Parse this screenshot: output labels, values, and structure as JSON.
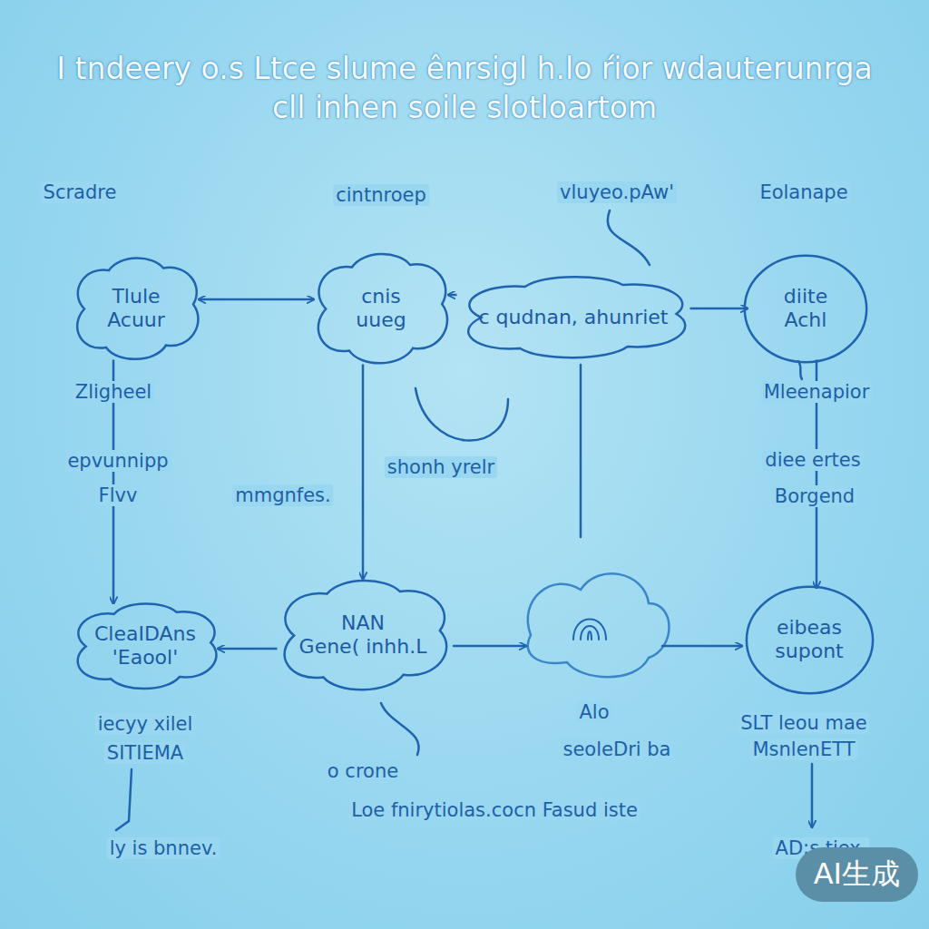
{
  "diagram": {
    "title": "I tndeery o.s Ltce slume ênrsigl h.lo ŕior wdauterunrga cll inhen soile slotloartom",
    "nodes": [
      {
        "text": [
          "Tlule",
          "Acuur"
        ]
      },
      {
        "text": [
          "cnis",
          "uueg"
        ]
      },
      {
        "text": [
          "c qudnan, ahunriet"
        ]
      },
      {
        "text": [
          "diite",
          "Achl"
        ]
      },
      {
        "text": [
          "CleaIDAns",
          "'Eaool'"
        ]
      },
      {
        "text": [
          "NAN",
          "Gene( inhh.L"
        ]
      },
      {
        "text": [
          "eibeas",
          "supont"
        ]
      }
    ],
    "edges": [
      {
        "from": 0,
        "to": 1,
        "arrow": "both"
      },
      {
        "from": 2,
        "to": 1,
        "arrow": "to"
      },
      {
        "from": 2,
        "to": 3,
        "arrow": "to"
      },
      {
        "from": 0,
        "to": 4,
        "arrow": "to"
      },
      {
        "from": 1,
        "to": 5,
        "arrow": "to"
      },
      {
        "from": 5,
        "to": 4,
        "arrow": "to"
      },
      {
        "from": 3,
        "to": 6,
        "arrow": "to"
      }
    ],
    "labels": [
      "Scradre",
      "cintnroep",
      "vluyeo.pAw'",
      "Eolanape",
      "Zligheel",
      "epvunnipp",
      "Flvv",
      "mmgnfes.",
      "shonh yrelr",
      "Mleenapior",
      "diee ertes",
      "Borgend",
      "Alo",
      "seoleDri ba",
      "iecyy xilel",
      "SITIEMA",
      "ly is bnnev.",
      "o crone",
      "Loe fnirytiolas.cocn Fasud iste",
      "SLT leou mae",
      "MsnlenETT",
      "AD;s tiex.",
      "AI生成"
    ]
  }
}
